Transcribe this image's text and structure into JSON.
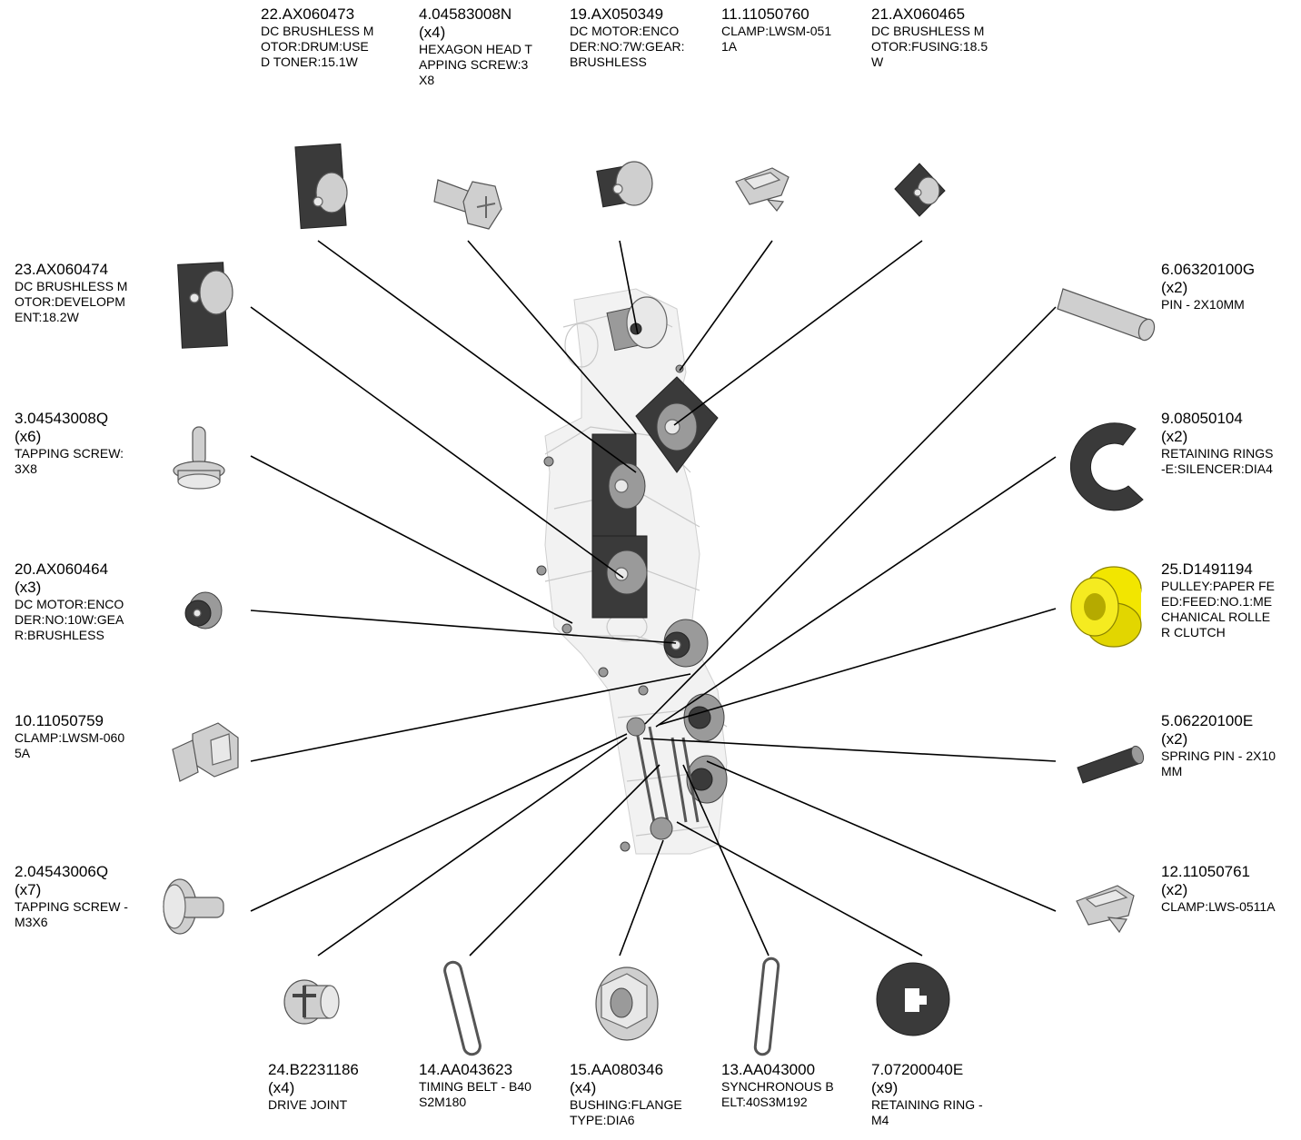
{
  "labels": {
    "p22": {
      "pn": "22.AX060473",
      "qty": "",
      "desc": "DC BRUSHLESS M\nOTOR:DRUM:USE\nD TONER:15.1W"
    },
    "p4": {
      "pn": "4.04583008N",
      "qty": "(x4)",
      "desc": "HEXAGON HEAD T\nAPPING SCREW:3\nX8"
    },
    "p19": {
      "pn": "19.AX050349",
      "qty": "",
      "desc": "DC MOTOR:ENCO\nDER:NO:7W:GEAR:\nBRUSHLESS"
    },
    "p11": {
      "pn": "11.11050760",
      "qty": "",
      "desc": "CLAMP:LWSM-051\n1A"
    },
    "p21": {
      "pn": "21.AX060465",
      "qty": "",
      "desc": "DC BRUSHLESS M\nOTOR:FUSING:18.5\nW"
    },
    "p23": {
      "pn": "23.AX060474",
      "qty": "",
      "desc": "DC BRUSHLESS M\nOTOR:DEVELOPM\nENT:18.2W"
    },
    "p3": {
      "pn": "3.04543008Q",
      "qty": "(x6)",
      "desc": "TAPPING SCREW:\n3X8"
    },
    "p20": {
      "pn": "20.AX060464",
      "qty": "(x3)",
      "desc": "DC MOTOR:ENCO\nDER:NO:10W:GEA\nR:BRUSHLESS"
    },
    "p10": {
      "pn": "10.11050759",
      "qty": "",
      "desc": "CLAMP:LWSM-060\n5A"
    },
    "p2": {
      "pn": "2.04543006Q",
      "qty": "(x7)",
      "desc": "TAPPING SCREW -\n M3X6"
    },
    "p6": {
      "pn": "6.06320100G",
      "qty": "(x2)",
      "desc": "PIN - 2X10MM"
    },
    "p9": {
      "pn": "9.08050104",
      "qty": "(x2)",
      "desc": "RETAINING RINGS\n-E:SILENCER:DIA4"
    },
    "p25": {
      "pn": "25.D1491194",
      "qty": "",
      "desc": "PULLEY:PAPER FE\nED:FEED:NO.1:ME\nCHANICAL ROLLE\nR CLUTCH"
    },
    "p5": {
      "pn": "5.06220100E",
      "qty": "(x2)",
      "desc": "SPRING PIN - 2X10\nMM"
    },
    "p12": {
      "pn": "12.11050761",
      "qty": "(x2)",
      "desc": "CLAMP:LWS-0511A"
    },
    "p24": {
      "pn": "24.B2231186",
      "qty": "(x4)",
      "desc": "DRIVE JOINT"
    },
    "p14": {
      "pn": "14.AA043623",
      "qty": "",
      "desc": "TIMING BELT - B40\nS2M180"
    },
    "p15": {
      "pn": "15.AA080346",
      "qty": "(x4)",
      "desc": "BUSHING:FLANGE\nTYPE:DIA6"
    },
    "p13": {
      "pn": "13.AA043000",
      "qty": "",
      "desc": "SYNCHRONOUS B\nELT:40S3M192"
    },
    "p7": {
      "pn": "7.07200040E",
      "qty": "(x9)",
      "desc": "RETAINING RING -\nM4"
    }
  },
  "colors": {
    "pulley": "#f2e600",
    "line": "#000000"
  }
}
